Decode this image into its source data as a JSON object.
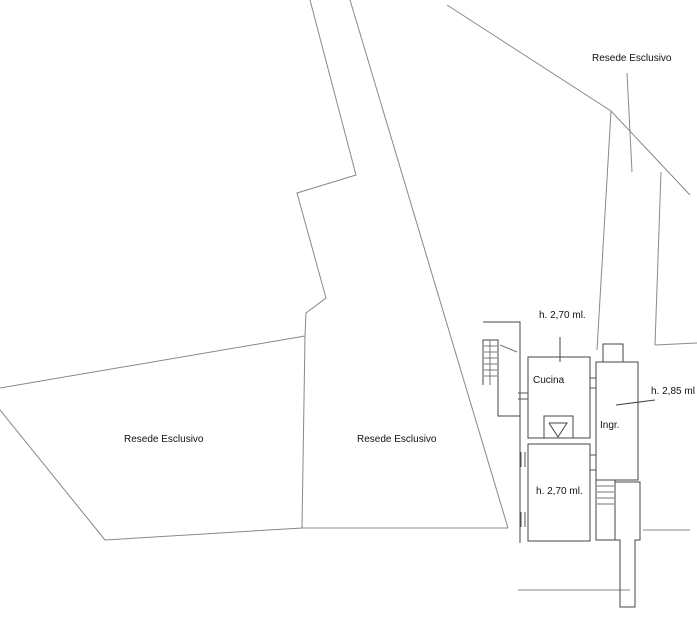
{
  "labels": {
    "resede_left": "Resede Esclusivo",
    "resede_middle": "Resede Esclusivo",
    "resede_top_right": "Resede Esclusivo",
    "height_kitchen": "h. 2,70 ml.",
    "kitchen": "Cucina",
    "entrance": "Ingr.",
    "height_entrance": "h. 2,85 ml",
    "height_lower_room": "h. 2,70 ml."
  },
  "colors": {
    "boundary": "#888888",
    "walls": "#444444"
  }
}
